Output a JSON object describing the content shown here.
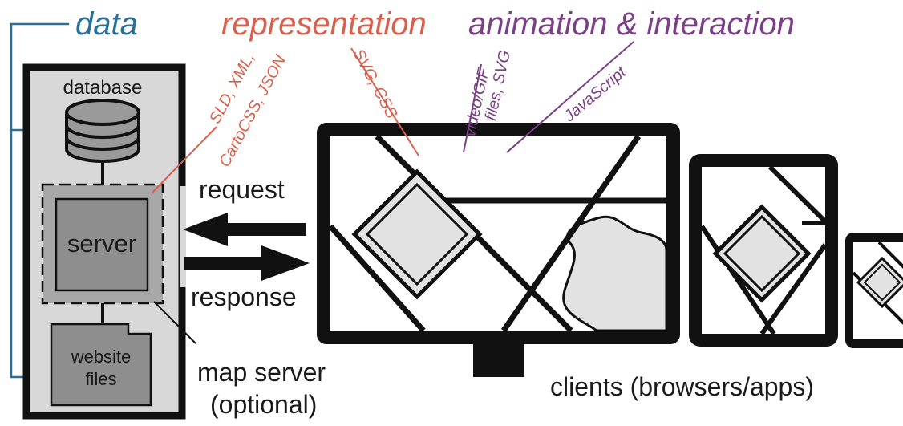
{
  "categories": {
    "data": "data",
    "representation": "representation",
    "animation": "animation & interaction"
  },
  "annotations": {
    "sld_xml": "SLD, XML,",
    "cartocss_json": "CartoCSS, JSON",
    "svg_css": "SVG, CSS",
    "video_gif": "video/GIF",
    "files_svg": "files, SVG",
    "javascript": "JavaScript"
  },
  "server_stack": {
    "database": "database",
    "server": "server",
    "website_line1": "website",
    "website_line2": "files"
  },
  "arrows": {
    "request": "request",
    "response": "response"
  },
  "labels": {
    "map_server_line1": "map server",
    "map_server_line2": "(optional)",
    "clients": "clients (browsers/apps)"
  },
  "colors": {
    "data": "#2a6f9a",
    "representation": "#d9604c",
    "animation": "#7a3f86",
    "ink": "#111111",
    "panel": "#d8d8d8",
    "server_fill": "#8e8e8e",
    "map_feature": "#e2e2e2"
  }
}
